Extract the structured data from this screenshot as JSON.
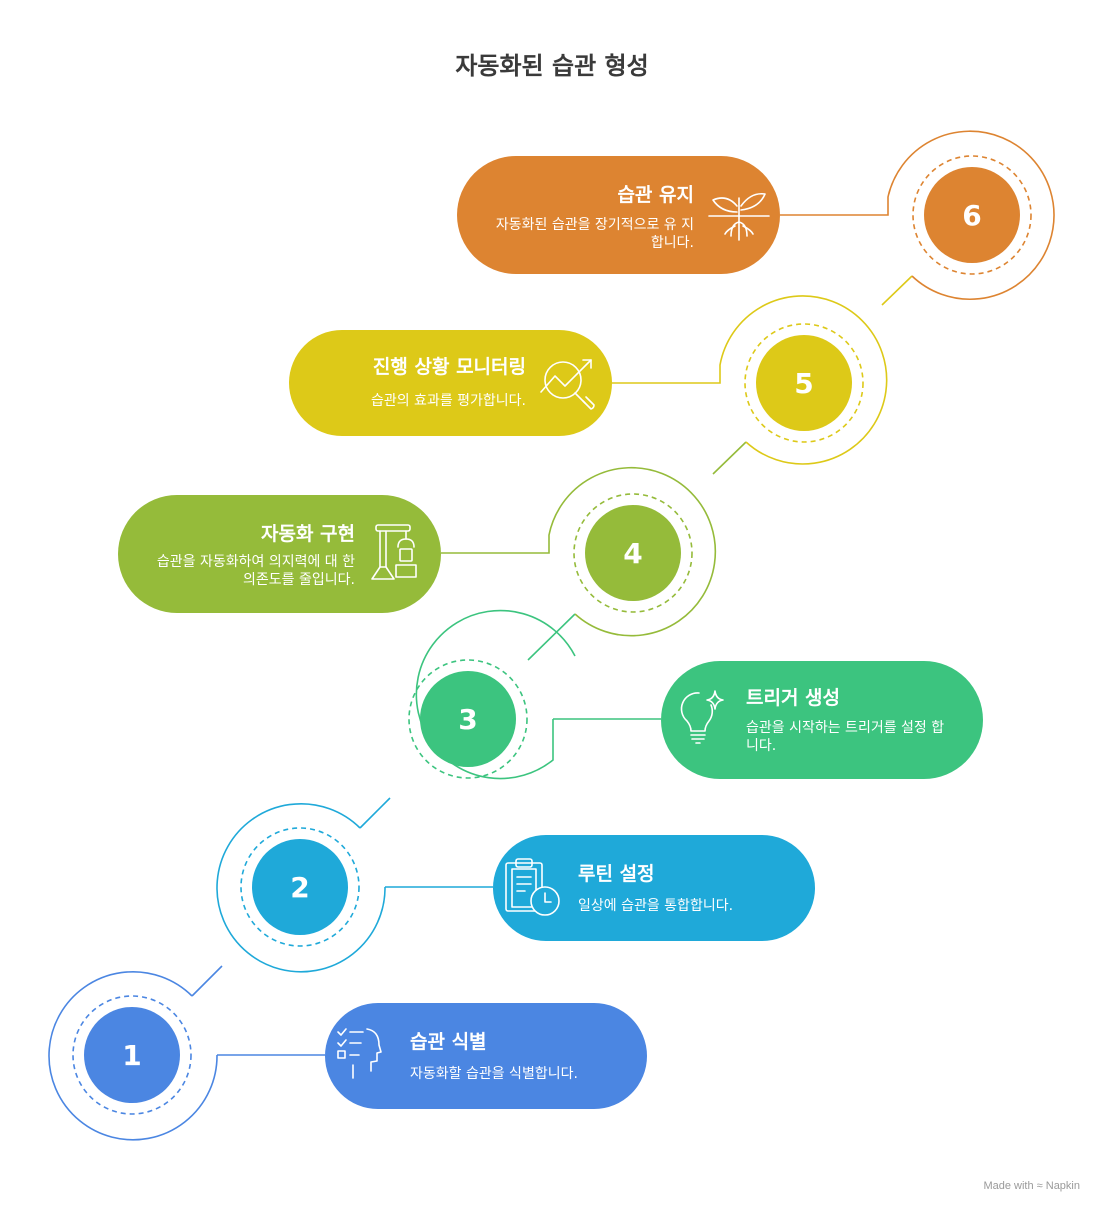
{
  "title": "자동화된 습관 형성",
  "footer": {
    "made_with": "Made with",
    "brand": "Napkin"
  },
  "steps": [
    {
      "number": "1",
      "title": "습관 식별",
      "desc": "자동화할 습관을 식별합니다.",
      "color": "#4b86e2",
      "icon": "checklist-head-icon"
    },
    {
      "number": "2",
      "title": "루틴 설정",
      "desc": "일상에 습관을 통합합니다.",
      "color": "#1fa9d9",
      "icon": "clipboard-clock-icon"
    },
    {
      "number": "3",
      "title": "트리거 생성",
      "desc": "습관을 시작하는 트리거를 설정 합니다.",
      "color": "#3cc47f",
      "icon": "lightbulb-sparkle-icon"
    },
    {
      "number": "4",
      "title": "자동화 구현",
      "desc": "습관을 자동화하여 의지력에 대 한 의존도를 줄입니다.",
      "color": "#95bb3a",
      "icon": "robot-arm-icon"
    },
    {
      "number": "5",
      "title": "진행 상황 모니터링",
      "desc": "습관의 효과를 평가합니다.",
      "color": "#ddc918",
      "icon": "magnifier-trend-icon"
    },
    {
      "number": "6",
      "title": "습관 유지",
      "desc": "자동화된 습관을 장기적으로 유 지합니다.",
      "color": "#dd8431",
      "icon": "sprout-icon"
    }
  ]
}
